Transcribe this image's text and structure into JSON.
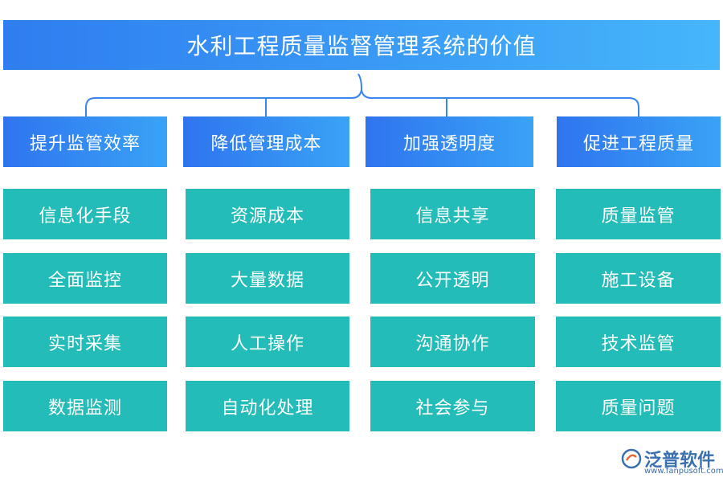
{
  "title": "水利工程质量监督管理系统的价值",
  "columns": [
    {
      "category": "提升监管效率",
      "items": [
        "信息化手段",
        "全面监控",
        "实时采集",
        "数据监测"
      ]
    },
    {
      "category": "降低管理成本",
      "items": [
        "资源成本",
        "大量数据",
        "人工操作",
        "自动化处理"
      ]
    },
    {
      "category": "加强透明度",
      "items": [
        "信息共享",
        "公开透明",
        "沟通协作",
        "社会参与"
      ]
    },
    {
      "category": "促进工程质量",
      "items": [
        "质量监管",
        "施工设备",
        "技术监管",
        "质量问题"
      ]
    }
  ],
  "watermark": {
    "brand": "泛普软件",
    "url": "www.fanpusoft.com"
  },
  "colors": {
    "title": "#2f7df0",
    "category": "#2f74ef",
    "item": "#23bcb8",
    "connector": "#3a86f0"
  }
}
